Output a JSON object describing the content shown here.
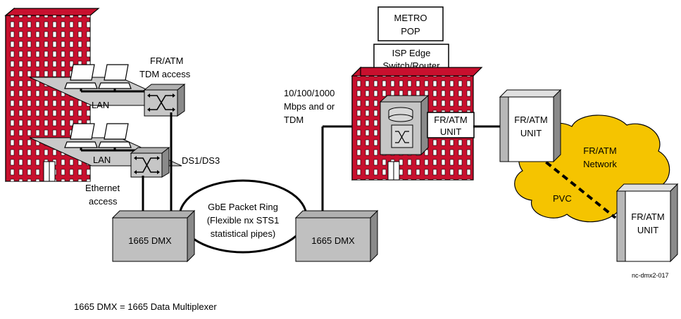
{
  "labels": {
    "fr_atm_tdm_1": "FR/ATM",
    "fr_atm_tdm_2": "TDM access",
    "lan_top": "LAN",
    "lan_bottom": "LAN",
    "ds1_ds3": "DS1/DS3",
    "ethernet_1": "Ethernet",
    "ethernet_2": "access",
    "metro_1": "METRO",
    "metro_2": "POP",
    "isp_1": "ISP Edge",
    "isp_2": "Switch/Router",
    "mbps_1": "10/100/1000",
    "mbps_2": "Mbps and or",
    "mbps_3": "TDM",
    "fr_unit_pop_1": "FR/ATM",
    "fr_unit_pop_2": "UNIT",
    "fr_unit_a_1": "FR/ATM",
    "fr_unit_a_2": "UNIT",
    "fr_unit_b_1": "FR/ATM",
    "fr_unit_b_2": "UNIT",
    "network_1": "FR/ATM",
    "network_2": "Network",
    "pvc": "PVC",
    "ring_1": "GbE Packet Ring",
    "ring_2": "(Flexible nx STS1",
    "ring_3": "statistical pipes)",
    "dmx_left": "1665 DMX",
    "dmx_right": "1665 DMX",
    "figure_id": "nc-dmx2-017",
    "footnote": "1665 DMX = 1665 Data Multiplexer"
  },
  "colors": {
    "building": "#c8102e",
    "window": "#ffffff",
    "cloud": "#f5c400",
    "box_gray": "#b0b0b0",
    "box_side": "#8a8a8a"
  }
}
